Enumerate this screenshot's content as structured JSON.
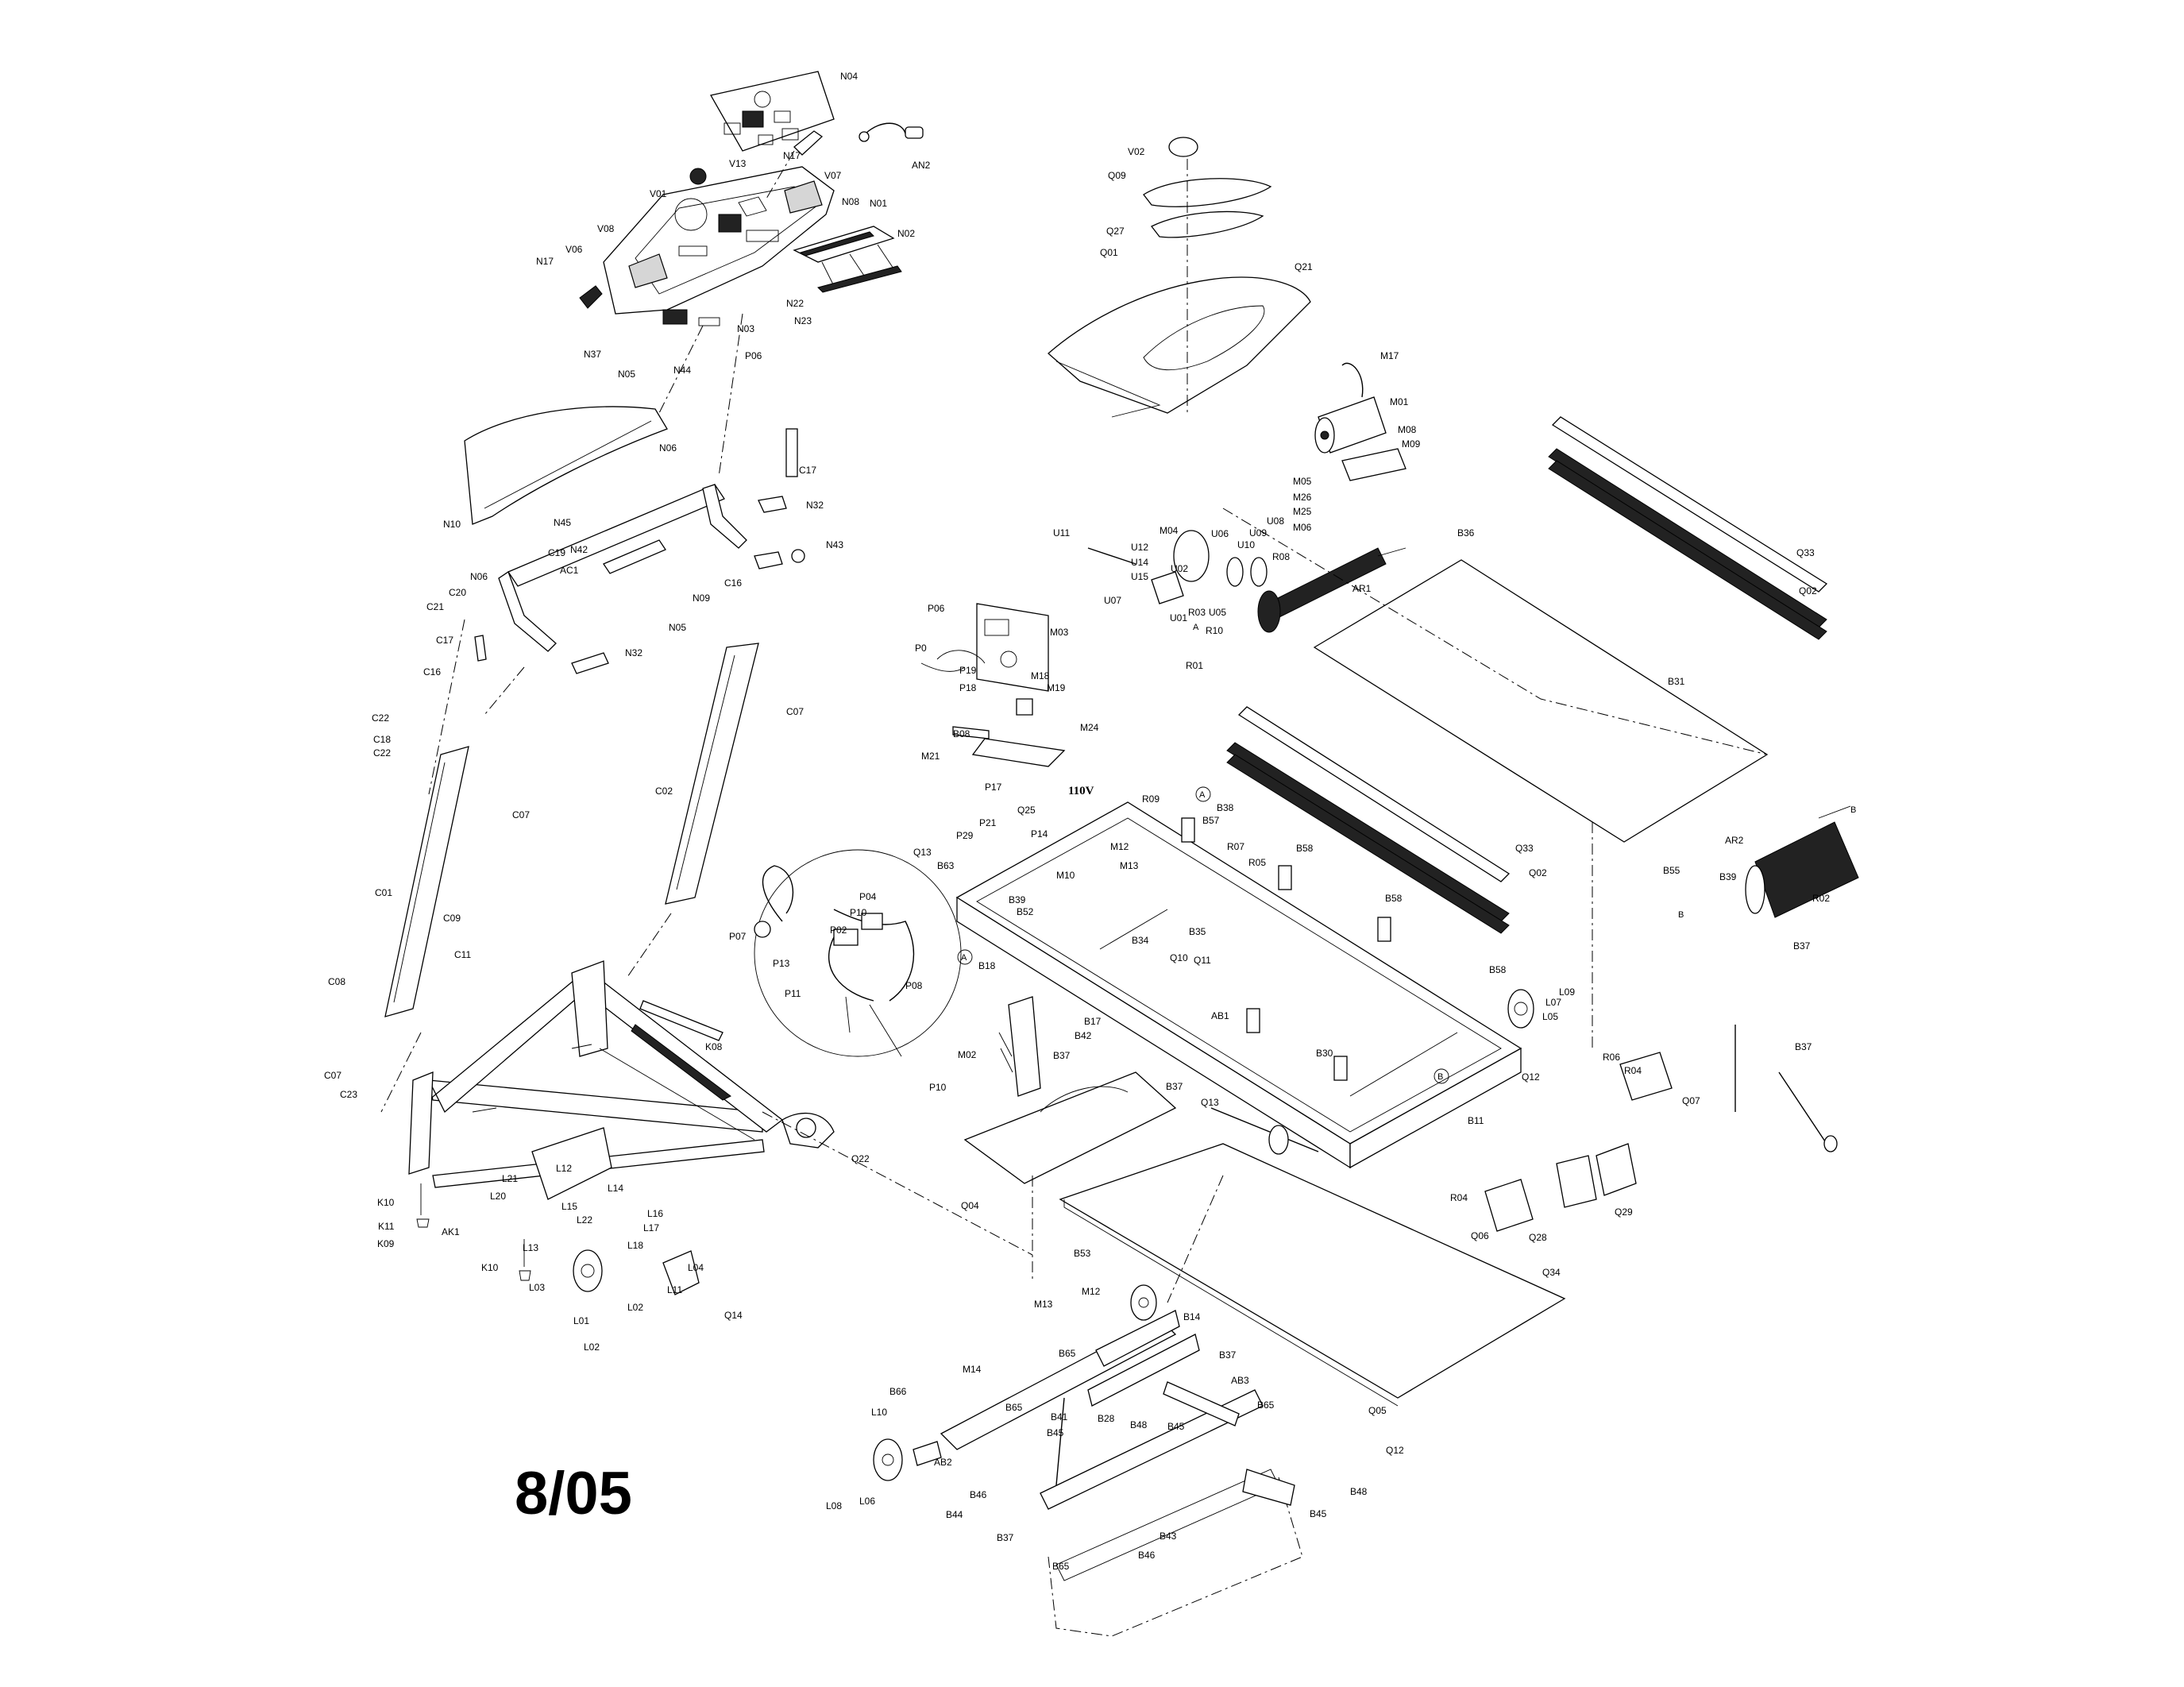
{
  "date_code": "8/05",
  "voltage_note": "110V",
  "section_markers": [
    "A",
    "A",
    "A",
    "B",
    "B",
    "B"
  ],
  "part_labels": [
    {
      "id": "console-overlay",
      "text": "N04"
    },
    {
      "id": "remote-cable",
      "text": "AN2"
    },
    {
      "id": "grip-right",
      "text": "N17"
    },
    {
      "id": "speaker-right",
      "text": "V07"
    },
    {
      "id": "console-knob",
      "text": "V01"
    },
    {
      "id": "console-v13",
      "text": "V13"
    },
    {
      "id": "console-n08",
      "text": "N08"
    },
    {
      "id": "console-n01",
      "text": "N01"
    },
    {
      "id": "console-n02",
      "text": "N02"
    },
    {
      "id": "speaker-left",
      "text": "V08"
    },
    {
      "id": "speaker-v06",
      "text": "V06"
    },
    {
      "id": "grip-left",
      "text": "N17"
    },
    {
      "id": "console-n22",
      "text": "N22"
    },
    {
      "id": "console-n23",
      "text": "N23"
    },
    {
      "id": "console-n03",
      "text": "N03"
    },
    {
      "id": "console-n37",
      "text": "N37"
    },
    {
      "id": "console-n05",
      "text": "N05"
    },
    {
      "id": "console-n44",
      "text": "N44"
    },
    {
      "id": "console-p06",
      "text": "P06"
    },
    {
      "id": "panel-n06",
      "text": "N06"
    },
    {
      "id": "panel-n10",
      "text": "N10"
    },
    {
      "id": "upright-c17-top",
      "text": "C17"
    },
    {
      "id": "handle-n32-top",
      "text": "N32"
    },
    {
      "id": "handle-n43",
      "text": "N43"
    },
    {
      "id": "handle-n45",
      "text": "N45"
    },
    {
      "id": "handle-n42",
      "text": "N42"
    },
    {
      "id": "handle-c19",
      "text": "C19"
    },
    {
      "id": "handle-ac1",
      "text": "AC1"
    },
    {
      "id": "handle-n06-left",
      "text": "N06"
    },
    {
      "id": "handle-c20",
      "text": "C20"
    },
    {
      "id": "handle-c21",
      "text": "C21"
    },
    {
      "id": "handle-c17",
      "text": "C17"
    },
    {
      "id": "handle-n05",
      "text": "N05"
    },
    {
      "id": "handle-n09",
      "text": "N09"
    },
    {
      "id": "handle-c16-right",
      "text": "C16"
    },
    {
      "id": "handle-n32",
      "text": "N32"
    },
    {
      "id": "upright-c07-right",
      "text": "C07"
    },
    {
      "id": "upright-c16-left",
      "text": "C16"
    },
    {
      "id": "upright-c22-a",
      "text": "C22"
    },
    {
      "id": "upright-c18",
      "text": "C18"
    },
    {
      "id": "upright-c22-b",
      "text": "C22"
    },
    {
      "id": "upright-c07-left",
      "text": "C07"
    },
    {
      "id": "upright-c02",
      "text": "C02"
    },
    {
      "id": "upright-c01",
      "text": "C01"
    },
    {
      "id": "upright-c09",
      "text": "C09"
    },
    {
      "id": "upright-c11",
      "text": "C11"
    },
    {
      "id": "upright-c08",
      "text": "C08"
    },
    {
      "id": "upright-c07-low",
      "text": "C07"
    },
    {
      "id": "upright-c23",
      "text": "C23"
    },
    {
      "id": "base-k08",
      "text": "K08"
    },
    {
      "id": "base-q22",
      "text": "Q22"
    },
    {
      "id": "base-l21",
      "text": "L21"
    },
    {
      "id": "base-l12",
      "text": "L12"
    },
    {
      "id": "base-l20",
      "text": "L20"
    },
    {
      "id": "base-l14",
      "text": "L14"
    },
    {
      "id": "base-l15",
      "text": "L15"
    },
    {
      "id": "base-l22",
      "text": "L22"
    },
    {
      "id": "base-l16",
      "text": "L16"
    },
    {
      "id": "base-l17",
      "text": "L17"
    },
    {
      "id": "base-l18",
      "text": "L18"
    },
    {
      "id": "base-l13",
      "text": "L13"
    },
    {
      "id": "base-k10-a",
      "text": "K10"
    },
    {
      "id": "base-k11",
      "text": "K11"
    },
    {
      "id": "base-k09",
      "text": "K09"
    },
    {
      "id": "base-ak1",
      "text": "AK1"
    },
    {
      "id": "base-k10-b",
      "text": "K10"
    },
    {
      "id": "base-l03",
      "text": "L03"
    },
    {
      "id": "base-l04",
      "text": "L04"
    },
    {
      "id": "base-l11",
      "text": "L11"
    },
    {
      "id": "base-l01",
      "text": "L01"
    },
    {
      "id": "base-l02-a",
      "text": "L02"
    },
    {
      "id": "base-l02-b",
      "text": "L02"
    },
    {
      "id": "base-q14",
      "text": "Q14"
    },
    {
      "id": "elec-p07",
      "text": "P07"
    },
    {
      "id": "elec-p04",
      "text": "P04"
    },
    {
      "id": "elec-p10-a",
      "text": "P10"
    },
    {
      "id": "elec-p02",
      "text": "P02"
    },
    {
      "id": "elec-p13",
      "text": "P13"
    },
    {
      "id": "elec-p11",
      "text": "P11"
    },
    {
      "id": "elec-p08",
      "text": "P08"
    },
    {
      "id": "elec-p10-b",
      "text": "P10"
    },
    {
      "id": "ctrl-p06",
      "text": "P06"
    },
    {
      "id": "ctrl-m03",
      "text": "M03"
    },
    {
      "id": "ctrl-p0",
      "text": "P0"
    },
    {
      "id": "ctrl-p19",
      "text": "P19"
    },
    {
      "id": "ctrl-p18",
      "text": "P18"
    },
    {
      "id": "ctrl-m18",
      "text": "M18"
    },
    {
      "id": "ctrl-m19",
      "text": "M19"
    },
    {
      "id": "ctrl-b08",
      "text": "B08"
    },
    {
      "id": "ctrl-m24",
      "text": "M24"
    },
    {
      "id": "ctrl-m21",
      "text": "M21"
    },
    {
      "id": "ctrl-p17",
      "text": "P17"
    },
    {
      "id": "hood-v02",
      "text": "V02"
    },
    {
      "id": "hood-q09",
      "text": "Q09"
    },
    {
      "id": "hood-q27",
      "text": "Q27"
    },
    {
      "id": "hood-q01",
      "text": "Q01"
    },
    {
      "id": "hood-q21",
      "text": "Q21"
    },
    {
      "id": "motor-m17",
      "text": "M17"
    },
    {
      "id": "motor-m01",
      "text": "M01"
    },
    {
      "id": "motor-m08",
      "text": "M08"
    },
    {
      "id": "motor-m09",
      "text": "M09"
    },
    {
      "id": "motor-m05",
      "text": "M05"
    },
    {
      "id": "motor-m26",
      "text": "M26"
    },
    {
      "id": "motor-m25",
      "text": "M25"
    },
    {
      "id": "motor-m06",
      "text": "M06"
    },
    {
      "id": "incline-u11",
      "text": "U11"
    },
    {
      "id": "incline-m04",
      "text": "M04"
    },
    {
      "id": "incline-u06",
      "text": "U06"
    },
    {
      "id": "incline-u08",
      "text": "U08"
    },
    {
      "id": "incline-u09",
      "text": "U09"
    },
    {
      "id": "incline-u10",
      "text": "U10"
    },
    {
      "id": "incline-r08",
      "text": "R08"
    },
    {
      "id": "incline-u12",
      "text": "U12"
    },
    {
      "id": "incline-u14",
      "text": "U14"
    },
    {
      "id": "incline-u15",
      "text": "U15"
    },
    {
      "id": "incline-u02",
      "text": "U02"
    },
    {
      "id": "incline-u07",
      "text": "U07"
    },
    {
      "id": "incline-u01",
      "text": "U01"
    },
    {
      "id": "incline-r03",
      "text": "R03"
    },
    {
      "id": "incline-u05",
      "text": "U05"
    },
    {
      "id": "incline-r10",
      "text": "R10"
    },
    {
      "id": "incline-r01",
      "text": "R01"
    },
    {
      "id": "roller-ar1",
      "text": "AR1"
    },
    {
      "id": "deck-b36",
      "text": "B36"
    },
    {
      "id": "deck-b31",
      "text": "B31"
    },
    {
      "id": "rail-q33-top",
      "text": "Q33"
    },
    {
      "id": "rail-q02-top",
      "text": "Q02"
    },
    {
      "id": "rail-q33-mid",
      "text": "Q33"
    },
    {
      "id": "rail-q02-mid",
      "text": "Q02"
    },
    {
      "id": "frame-q25",
      "text": "Q25"
    },
    {
      "id": "frame-r09",
      "text": "R09"
    },
    {
      "id": "frame-b38",
      "text": "B38"
    },
    {
      "id": "frame-b57",
      "text": "B57"
    },
    {
      "id": "frame-b58-top",
      "text": "B58"
    },
    {
      "id": "frame-r07",
      "text": "R07"
    },
    {
      "id": "frame-r05",
      "text": "R05"
    },
    {
      "id": "frame-p21",
      "text": "P21"
    },
    {
      "id": "frame-p29",
      "text": "P29"
    },
    {
      "id": "frame-p14",
      "text": "P14"
    },
    {
      "id": "frame-m12",
      "text": "M12"
    },
    {
      "id": "frame-m13",
      "text": "M13"
    },
    {
      "id": "frame-m10",
      "text": "M10"
    },
    {
      "id": "frame-b63",
      "text": "B63"
    },
    {
      "id": "frame-q13-top",
      "text": "Q13"
    },
    {
      "id": "frame-b39",
      "text": "B39"
    },
    {
      "id": "frame-b52",
      "text": "B52"
    },
    {
      "id": "frame-b35",
      "text": "B35"
    },
    {
      "id": "frame-b34",
      "text": "B34"
    },
    {
      "id": "frame-b58-mid",
      "text": "B58"
    },
    {
      "id": "frame-q10",
      "text": "Q10"
    },
    {
      "id": "frame-q11",
      "text": "Q11"
    },
    {
      "id": "frame-b18",
      "text": "B18"
    },
    {
      "id": "frame-b17",
      "text": "B17"
    },
    {
      "id": "frame-b42",
      "text": "B42"
    },
    {
      "id": "frame-b37-a",
      "text": "B37"
    },
    {
      "id": "frame-m02",
      "text": "M02"
    },
    {
      "id": "frame-ab1",
      "text": "AB1"
    },
    {
      "id": "frame-b58-right",
      "text": "B58"
    },
    {
      "id": "frame-b30",
      "text": "B30"
    },
    {
      "id": "frame-b11",
      "text": "B11"
    },
    {
      "id": "frame-q12-top",
      "text": "Q12"
    },
    {
      "id": "frame-b37-b",
      "text": "B37"
    },
    {
      "id": "frame-q13-low",
      "text": "Q13"
    },
    {
      "id": "frame-q04",
      "text": "Q04"
    },
    {
      "id": "rear-b55",
      "text": "B55"
    },
    {
      "id": "rear-b39",
      "text": "B39"
    },
    {
      "id": "rear-ar2",
      "text": "AR2"
    },
    {
      "id": "rear-r02",
      "text": "R02"
    },
    {
      "id": "rear-b37-a",
      "text": "B37"
    },
    {
      "id": "rear-b37-b",
      "text": "B37"
    },
    {
      "id": "wheel-l05",
      "text": "L05"
    },
    {
      "id": "wheel-l07",
      "text": "L07"
    },
    {
      "id": "wheel-l09",
      "text": "L09"
    },
    {
      "id": "endcap-r06",
      "text": "R06"
    },
    {
      "id": "endcap-r04-a",
      "text": "R04"
    },
    {
      "id": "endcap-q07",
      "text": "Q07"
    },
    {
      "id": "endcap-r04-b",
      "text": "R04"
    },
    {
      "id": "endcap-q06",
      "text": "Q06"
    },
    {
      "id": "endcap-q28",
      "text": "Q28"
    },
    {
      "id": "endcap-q29",
      "text": "Q29"
    },
    {
      "id": "plate-q34",
      "text": "Q34"
    },
    {
      "id": "plate-q05",
      "text": "Q05"
    },
    {
      "id": "plate-q12",
      "text": "Q12"
    },
    {
      "id": "lift-b53",
      "text": "B53"
    },
    {
      "id": "lift-m12",
      "text": "M12"
    },
    {
      "id": "lift-m13",
      "text": "M13"
    },
    {
      "id": "lift-b14",
      "text": "B14"
    },
    {
      "id": "lift-b65-a",
      "text": "B65"
    },
    {
      "id": "lift-b37-a",
      "text": "B37"
    },
    {
      "id": "lift-m14",
      "text": "M14"
    },
    {
      "id": "lift-ab3",
      "text": "AB3"
    },
    {
      "id": "lift-b66",
      "text": "B66"
    },
    {
      "id": "lift-b65-b",
      "text": "B65"
    },
    {
      "id": "lift-b41",
      "text": "B41"
    },
    {
      "id": "lift-b28",
      "text": "B28"
    },
    {
      "id": "lift-b48-a",
      "text": "B48"
    },
    {
      "id": "lift-b45-a",
      "text": "B45"
    },
    {
      "id": "lift-b65-c",
      "text": "B65"
    },
    {
      "id": "lift-l10",
      "text": "L10"
    },
    {
      "id": "lift-b45-b",
      "text": "B45"
    },
    {
      "id": "lift-ab2",
      "text": "AB2"
    },
    {
      "id": "lift-l08",
      "text": "L08"
    },
    {
      "id": "lift-l06",
      "text": "L06"
    },
    {
      "id": "lift-b44",
      "text": "B44"
    },
    {
      "id": "lift-b46-a",
      "text": "B46"
    },
    {
      "id": "lift-b48-b",
      "text": "B48"
    },
    {
      "id": "lift-b45-c",
      "text": "B45"
    },
    {
      "id": "lift-b37-b",
      "text": "B37"
    },
    {
      "id": "lift-b43",
      "text": "B43"
    },
    {
      "id": "lift-b46-b",
      "text": "B46"
    },
    {
      "id": "lift-b65-d",
      "text": "B65"
    }
  ]
}
